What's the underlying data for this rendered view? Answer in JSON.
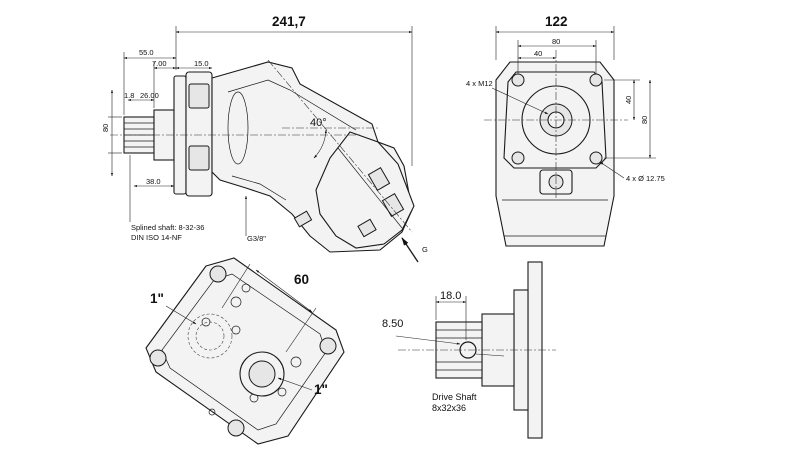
{
  "dimensions": {
    "overall_length": "241,7",
    "dim_55": "55.0",
    "dim_7": "7.00",
    "dim_15": "15.0",
    "dim_1_8": "1.8",
    "dim_26": "26.00",
    "dim_80_side": "80",
    "dim_38": "38.0",
    "angle": "40°",
    "front_width": "122",
    "front_80": "80",
    "front_40": "40",
    "front_40_v": "40",
    "front_80_v": "80",
    "thread": "4 x M12",
    "holes": "4 x Ø 12.75",
    "port_spacing": "60",
    "shaft_18": "18.0",
    "shaft_8_5": "8.50"
  },
  "labels": {
    "splined_line1": "Splined shaft: 8-32-36",
    "splined_line2": "DIN ISO 14-NF",
    "g38": "G3/8\"",
    "g": "G",
    "port_top": "1\"",
    "port_bottom": "1\"",
    "drive_line1": "Drive Shaft",
    "drive_line2": "8x32x36"
  }
}
